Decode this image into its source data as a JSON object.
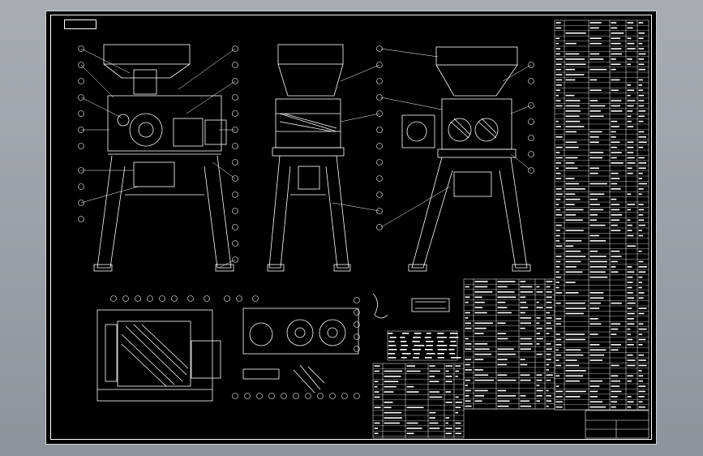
{
  "viewer": {
    "background_color": "#9aa0a6",
    "sheet_color": "#000000",
    "line_color": "#ffffff",
    "frame_title_text": ""
  },
  "drawing": {
    "description_printed": "",
    "views": [
      {
        "id": "front-view"
      },
      {
        "id": "side-view"
      },
      {
        "id": "rear-view"
      },
      {
        "id": "top-view"
      },
      {
        "id": "section-view"
      },
      {
        "id": "detail-views"
      }
    ],
    "tables": [
      {
        "id": "parts-list-right"
      },
      {
        "id": "parts-list-middle"
      },
      {
        "id": "parts-list-bottom"
      },
      {
        "id": "title-block"
      }
    ]
  }
}
